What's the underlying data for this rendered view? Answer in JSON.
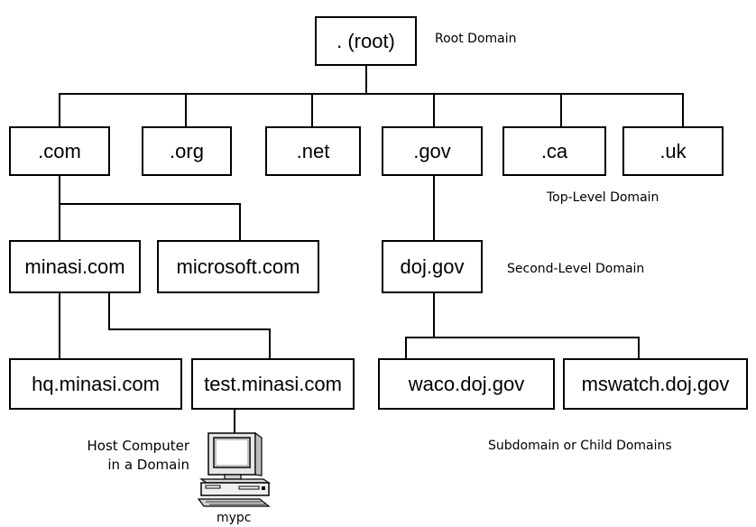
{
  "root": {
    "label": ". (root)",
    "caption": "Root Domain"
  },
  "tld": {
    "caption": "Top-Level Domain",
    "items": [
      ".com",
      ".org",
      ".net",
      ".gov",
      ".ca",
      ".uk"
    ]
  },
  "second_level": {
    "caption": "Second-Level Domain",
    "items": [
      "minasi.com",
      "microsoft.com",
      "doj.gov"
    ]
  },
  "subdomains": {
    "caption": "Subdomain or Child Domains",
    "items": [
      "hq.minasi.com",
      "test.minasi.com",
      "waco.doj.gov",
      "mswatch.doj.gov"
    ]
  },
  "host": {
    "caption_line1": "Host Computer",
    "caption_line2": "in a Domain",
    "name": "mypc",
    "icon": "desktop-computer-icon"
  },
  "colors": {
    "line": "#000000",
    "box_border": "#000000",
    "background": "#ffffff"
  }
}
